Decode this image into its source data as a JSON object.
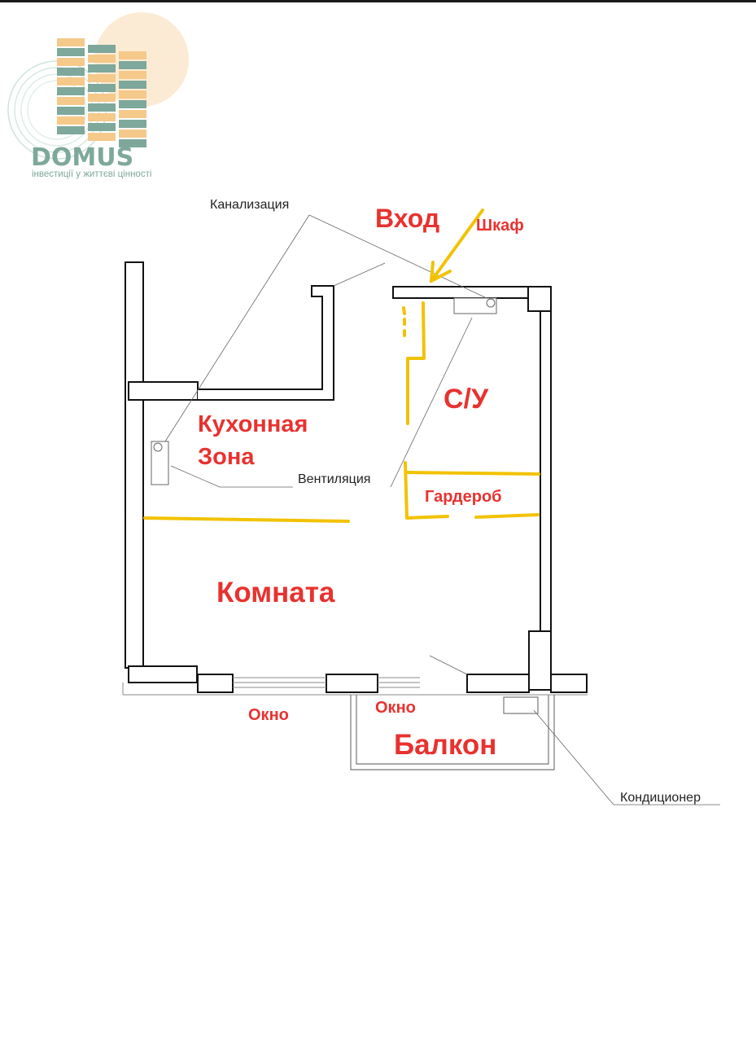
{
  "brand": {
    "name": "DOMUS",
    "tagline": "інвестиції у життєві цінності",
    "accent_green": "#7ea89b",
    "accent_peach": "#f5c98a"
  },
  "rooms": {
    "entrance": "Вход",
    "wardrobe_closet": "Шкаф",
    "bathroom": "С/У",
    "kitchen_line1": "Кухонная",
    "kitchen_line2": "Зона",
    "dressing_room": "Гардероб",
    "room": "Комната",
    "balcony": "Балкон",
    "window_main": "Окно",
    "window_balcony": "Окно"
  },
  "annotations": {
    "sewer": "Канализация",
    "ventilation": "Вентиляция",
    "air_conditioner": "Кондиционер"
  },
  "colors": {
    "room_label": "#e8322f",
    "marker": "#f2c200",
    "wall": "#111111"
  }
}
